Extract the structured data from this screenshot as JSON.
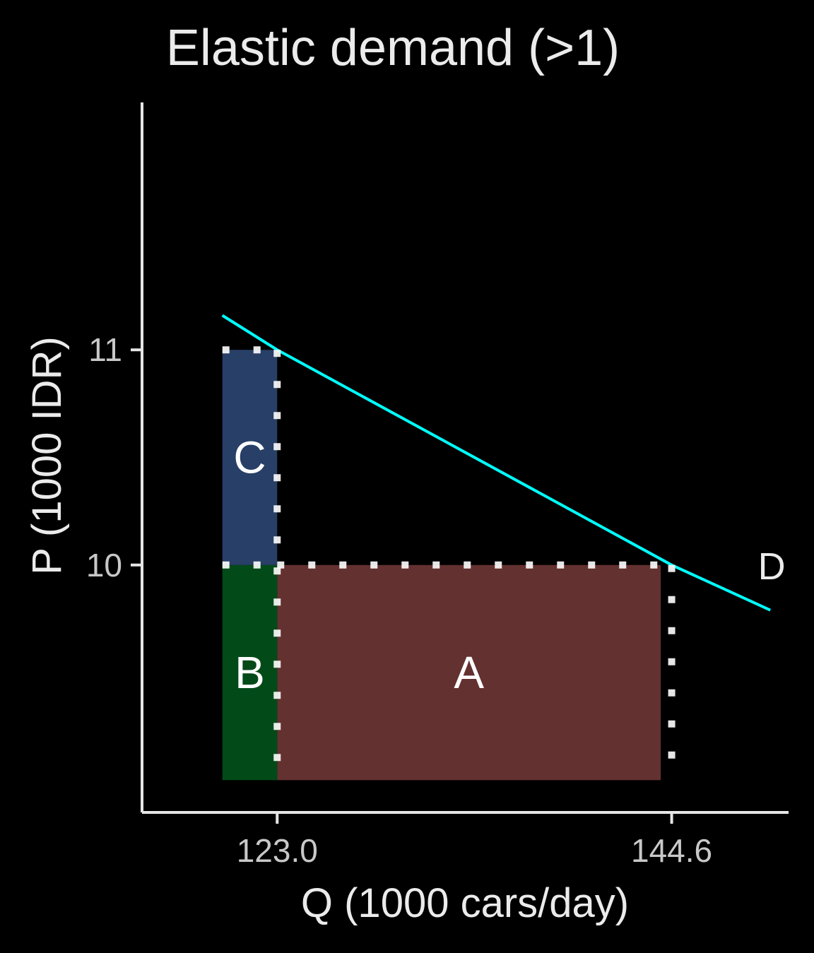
{
  "chart_data": {
    "type": "line",
    "title": "Elastic demand (>1)",
    "xlabel": "Q (1000 cars/day)",
    "ylabel": "P (1000 IDR)",
    "x_ticks": [
      {
        "value": 123.0,
        "label": "123.0"
      },
      {
        "value": 144.6,
        "label": "144.6"
      }
    ],
    "y_ticks": [
      {
        "value": 10,
        "label": "10"
      },
      {
        "value": 11,
        "label": "11"
      }
    ],
    "xlim": [
      115.6,
      151.0
    ],
    "ylim": [
      8.85,
      12.15
    ],
    "series": [
      {
        "name": "D",
        "color": "#00FFFF",
        "x": [
          120.0,
          123.0,
          144.6,
          150.0
        ],
        "y": [
          11.16,
          11.0,
          10.0,
          9.79
        ]
      }
    ],
    "areas": [
      {
        "label": "A",
        "x0": 123.0,
        "x1": 144.0,
        "y0": 9.0,
        "y1": 10.0,
        "color": "#633130"
      },
      {
        "label": "B",
        "x0": 120.0,
        "x1": 123.0,
        "y0": 9.0,
        "y1": 10.0,
        "color": "#034A19"
      },
      {
        "label": "C",
        "x0": 120.0,
        "x1": 123.0,
        "y0": 10.0,
        "y1": 11.0,
        "color": "#283F67"
      }
    ],
    "reference_lines": [
      {
        "from": [
          123.0,
          11.0
        ],
        "to": [
          123.0,
          9.0
        ]
      },
      {
        "from": [
          123.0,
          10.0
        ],
        "to": [
          144.6,
          10.0
        ]
      },
      {
        "from": [
          144.6,
          10.0
        ],
        "to": [
          144.6,
          9.0
        ]
      },
      {
        "from": [
          120.0,
          11.0
        ],
        "to": [
          123.0,
          11.0
        ]
      },
      {
        "from": [
          120.0,
          10.0
        ],
        "to": [
          123.0,
          10.0
        ]
      }
    ],
    "annotations": [
      {
        "text": "D",
        "x": 150.0,
        "y": 10.0
      }
    ],
    "grid": false,
    "colors": {
      "background": "#000000",
      "axis": "#E6E6E6",
      "tick_label": "#C8C8C8",
      "text": "#EBEBEB",
      "area_label": "#FFFFFF",
      "dotted": "#FFFFFF",
      "curve": "#00FFFF"
    }
  }
}
